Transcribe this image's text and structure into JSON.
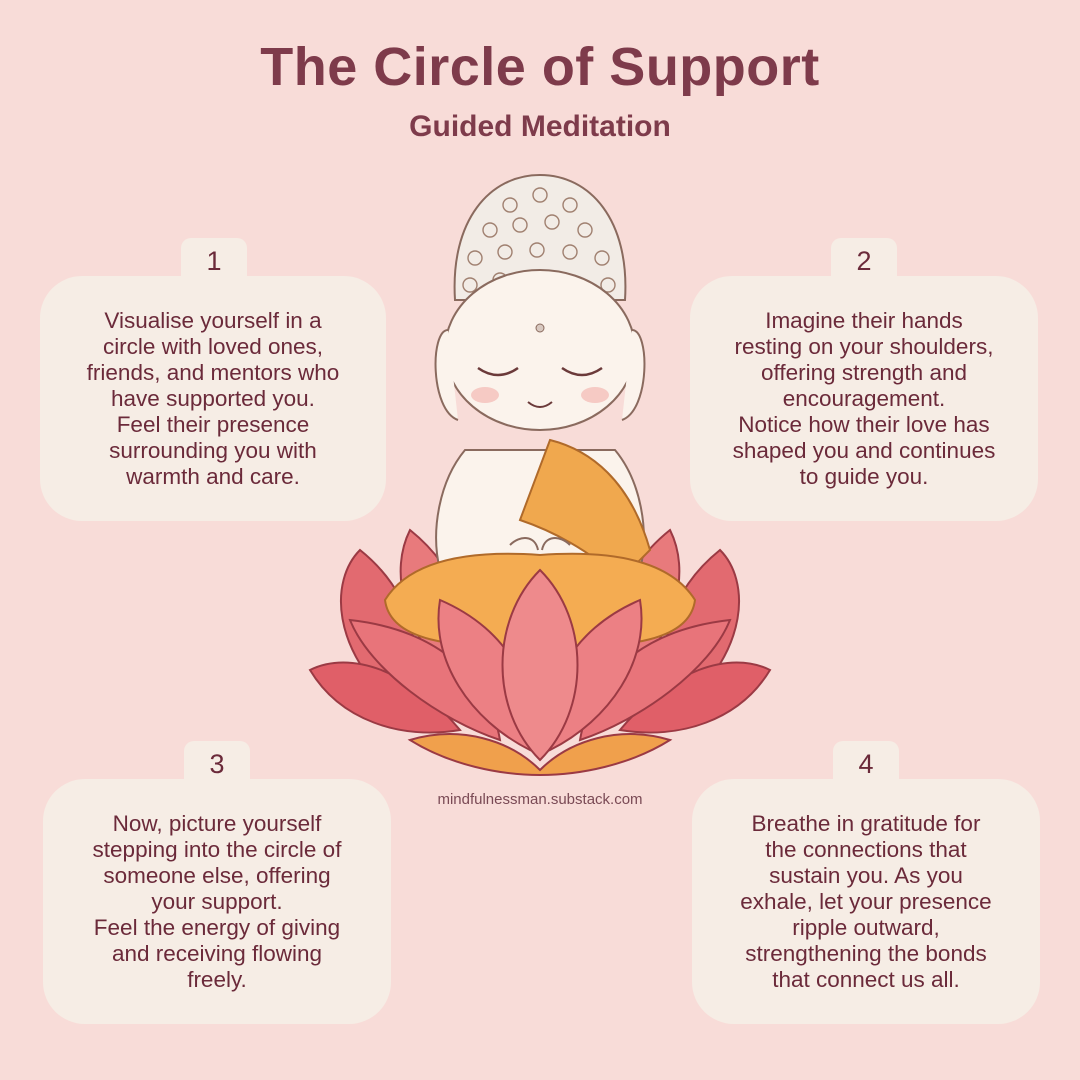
{
  "header": {
    "title": "The Circle of Support",
    "subtitle": "Guided Meditation"
  },
  "steps": [
    {
      "number": "1",
      "lines": [
        "Visualise yourself in a",
        "circle with loved ones,",
        "friends, and mentors who",
        "have supported you.",
        "Feel their presence",
        "surrounding you with",
        "warmth and care."
      ]
    },
    {
      "number": "2",
      "lines": [
        "Imagine their hands",
        "resting on your shoulders,",
        "offering strength and",
        "encouragement.",
        "Notice how their love has",
        "shaped you and continues",
        "to guide you."
      ]
    },
    {
      "number": "3",
      "lines": [
        "Now, picture yourself",
        "stepping into the circle of",
        "someone else, offering",
        "your support.",
        "Feel the energy of giving",
        "and receiving flowing",
        "freely."
      ]
    },
    {
      "number": "4",
      "lines": [
        "Breathe in gratitude for",
        "the connections that",
        "sustain you. As you",
        "exhale, let your presence",
        "ripple outward,",
        "strengthening the bonds",
        "that connect us all."
      ]
    }
  ],
  "footer": {
    "watermark": "mindfulnessman.substack.com"
  },
  "colors": {
    "background": "#f8dcd8",
    "card": "#f6ede5",
    "title": "#7e3b4b",
    "text": "#6b2a3a",
    "robe": "#f0a84e",
    "lotus": "#e46a70"
  },
  "illustration": "buddha-on-lotus"
}
